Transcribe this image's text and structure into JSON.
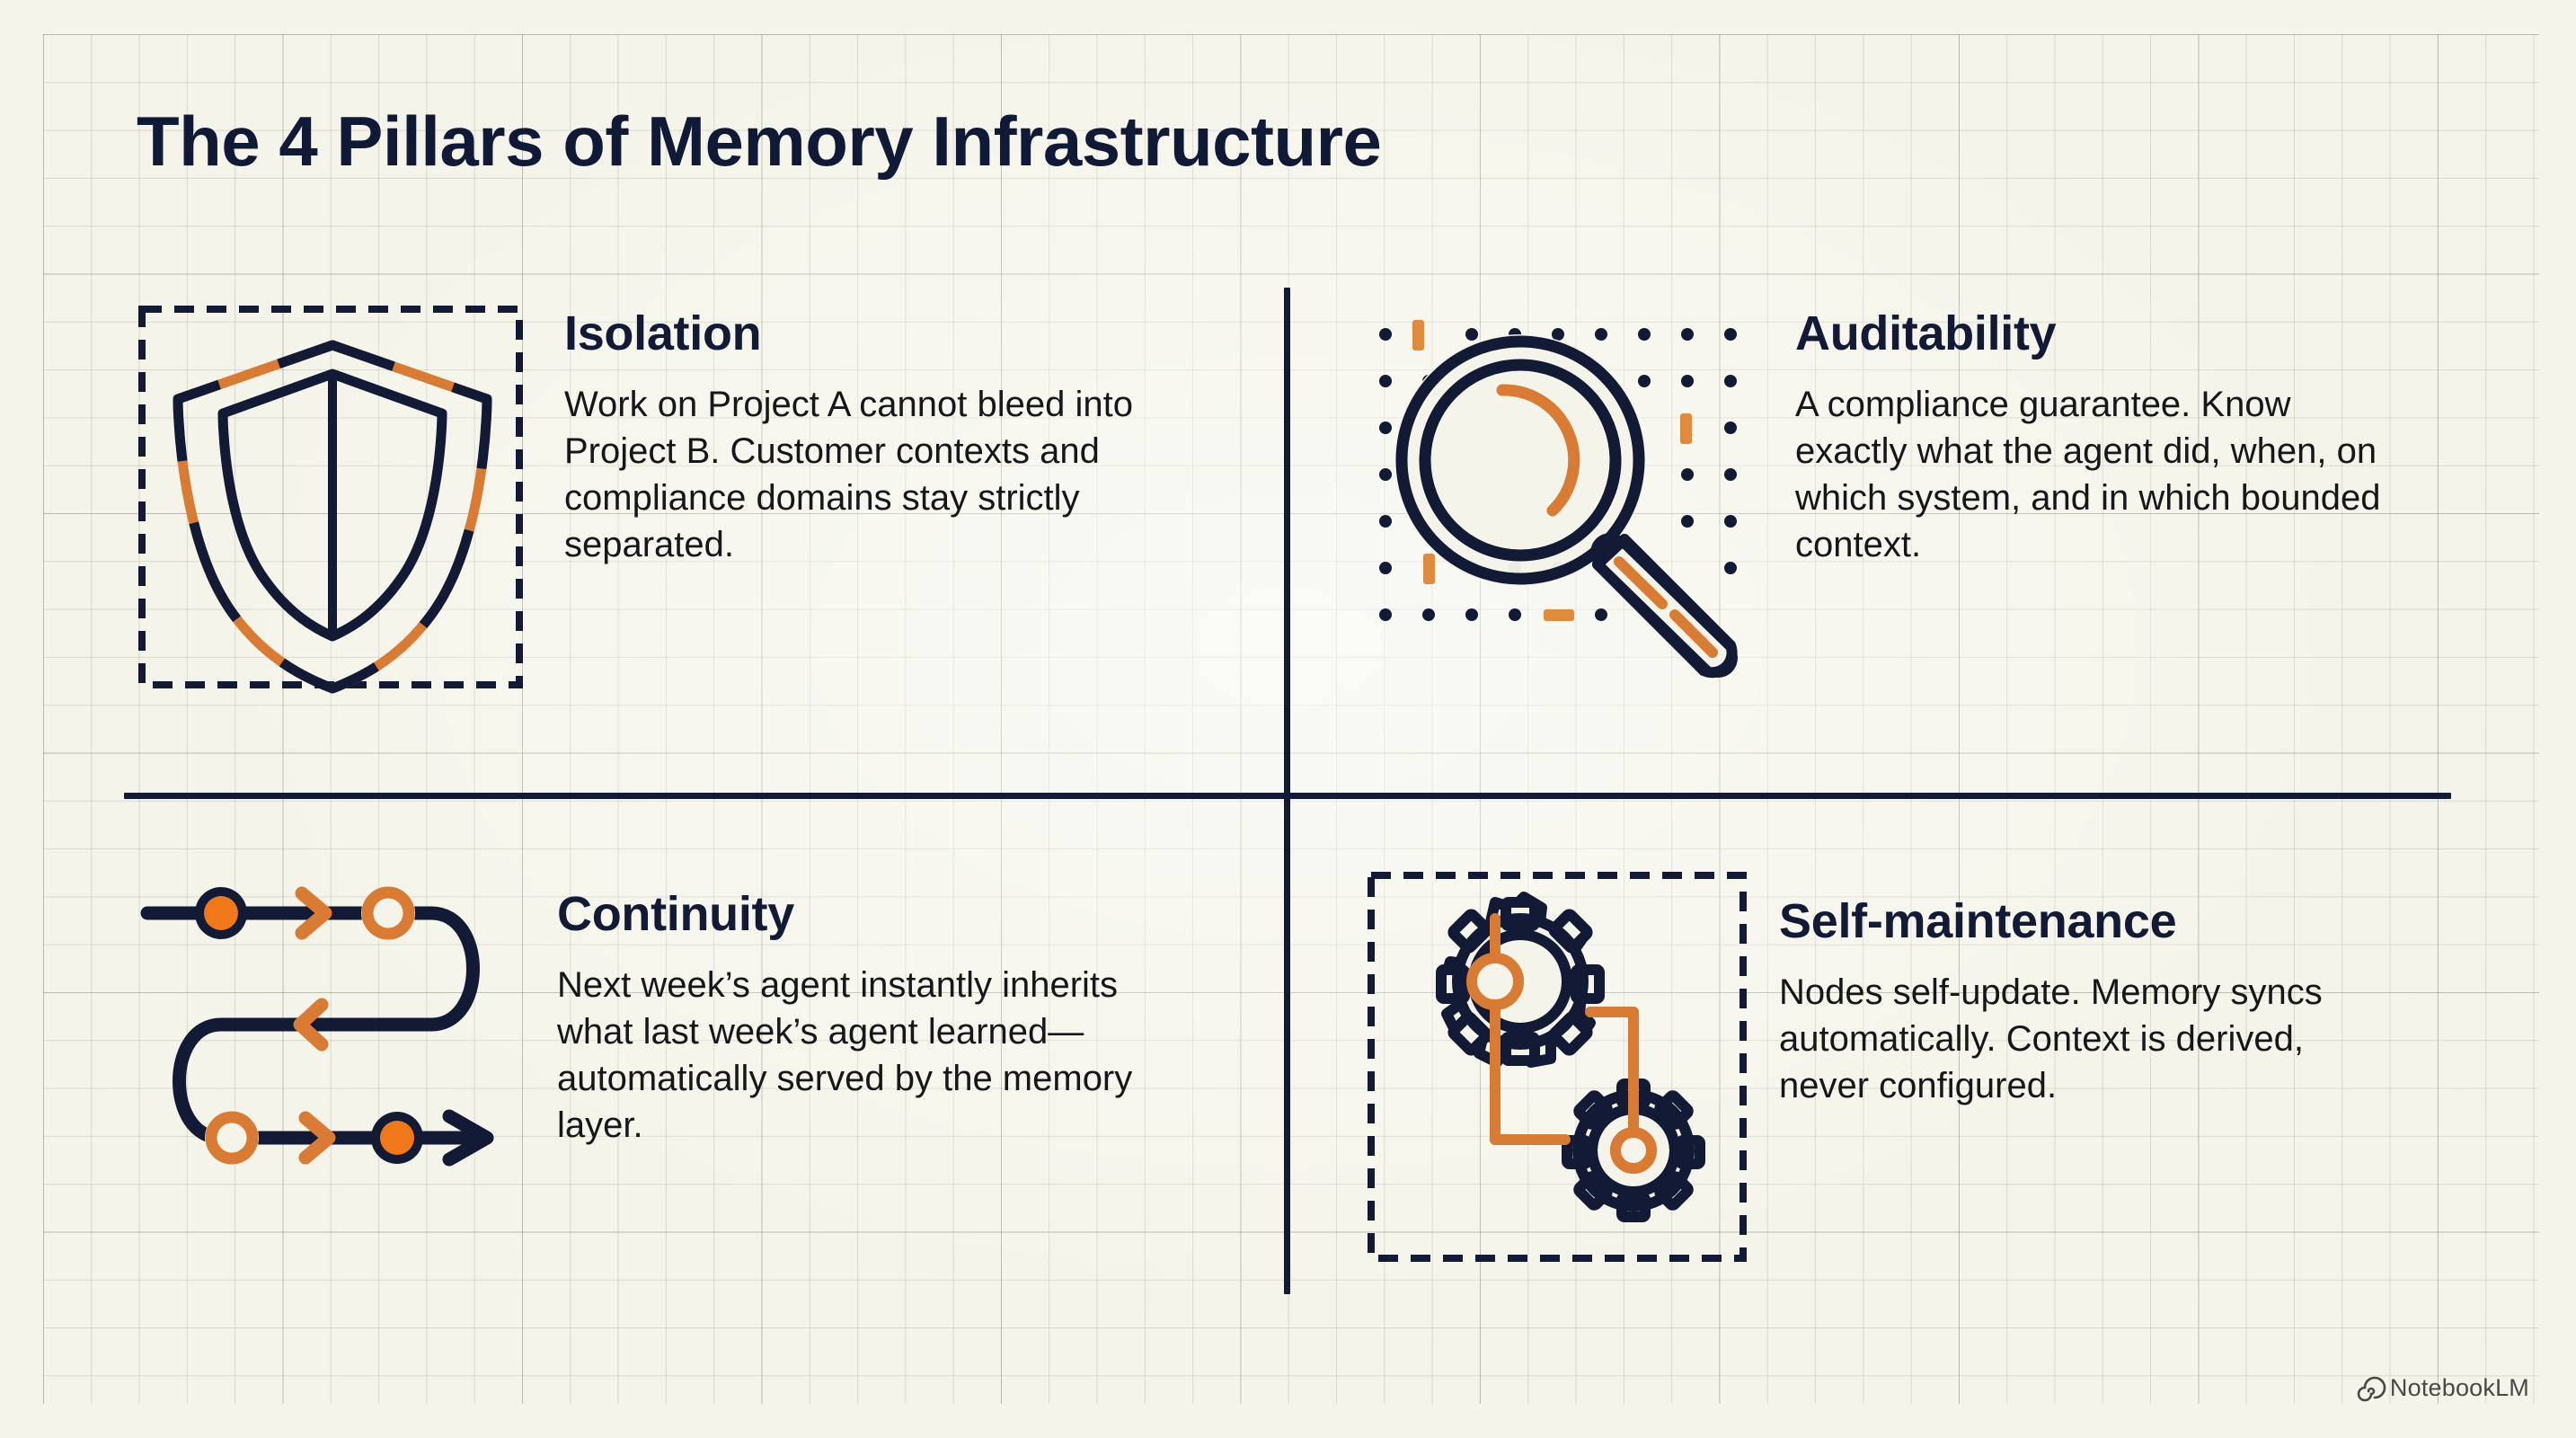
{
  "page": {
    "title": "The 4 Pillars of Memory Infrastructure",
    "background_color": "#f4f4ea",
    "grid_line_color": "#787c68",
    "navy": "#121a35",
    "orange": "#d97b33",
    "orange_bright": "#f07818",
    "body_text_color": "#17171a"
  },
  "pillars": [
    {
      "id": "isolation",
      "icon": "shield-icon",
      "heading": "Isolation",
      "body": "Work on Project A cannot bleed into Project B. Customer contexts and compliance domains stay strictly separated."
    },
    {
      "id": "auditability",
      "icon": "magnifying-glass-icon",
      "heading": "Auditability",
      "body": "A compliance guarantee. Know exactly what the agent did, when, on which system, and in which bounded context."
    },
    {
      "id": "continuity",
      "icon": "serpentine-flow-icon",
      "heading": "Continuity",
      "body": "Next week’s agent instantly inherits what last week’s agent learned—automatically served by the memory layer."
    },
    {
      "id": "self-maintenance",
      "icon": "gears-icon",
      "heading": "Self-maintenance",
      "body": "Nodes self-update. Memory syncs automatically. Context is derived, never configured."
    }
  ],
  "watermark": {
    "label": "NotebookLM",
    "icon": "notebooklm-spiral-icon"
  }
}
